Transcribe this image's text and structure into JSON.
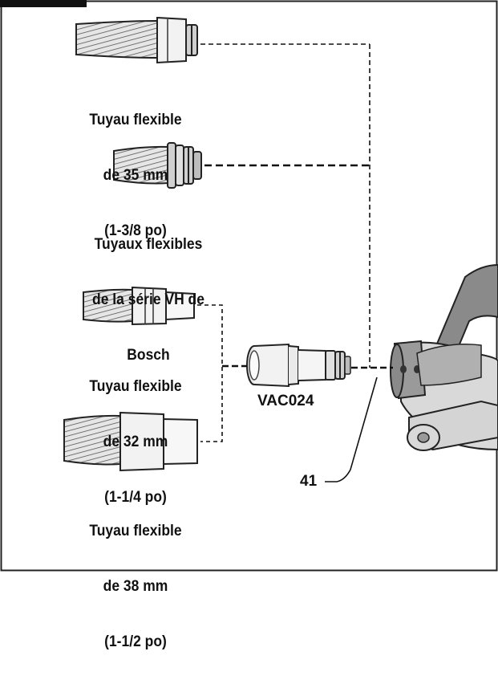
{
  "diagram": {
    "labels": {
      "hose_35mm": [
        "Tuyau flexible",
        "de 35 mm",
        "(1-3/8 po)"
      ],
      "hose_vh_series": [
        "Tuyaux flexibles",
        "de la série VH de",
        "Bosch"
      ],
      "hose_32mm": [
        "Tuyau flexible",
        "de 32 mm",
        "(1-1/4 po)"
      ],
      "hose_38mm": [
        "Tuyau flexible",
        "de 38 mm",
        "(1-1/2 po)"
      ],
      "adapter": "VAC024",
      "callout": "41"
    },
    "colors": {
      "line": "#111111",
      "hose_fill": "#dcdcdc",
      "tool_frame": "#8a8a8a",
      "tool_body": "#d9d9d9"
    }
  }
}
